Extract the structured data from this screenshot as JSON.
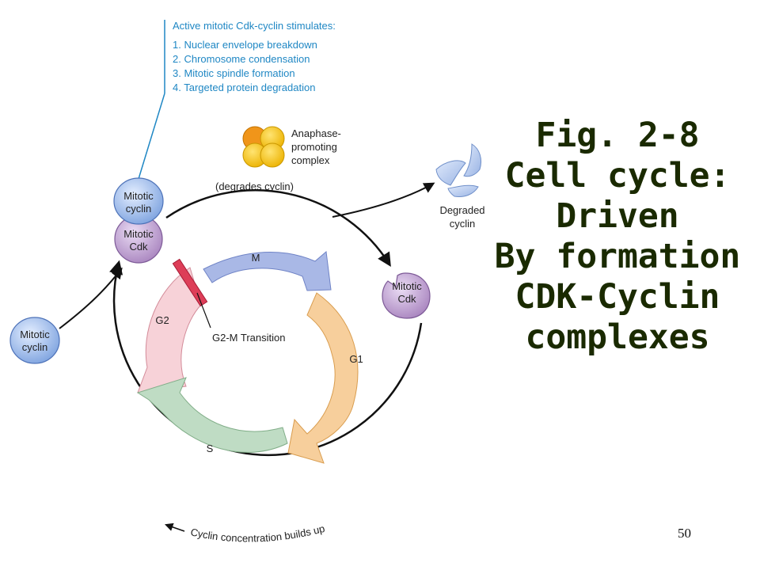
{
  "stimulates": {
    "header": "Active mitotic Cdk-cyclin stimulates:",
    "items": [
      "1. Nuclear envelope breakdown",
      "2. Chromosome condensation",
      "3. Mitotic spindle formation",
      "4. Targeted protein degradation"
    ]
  },
  "apc": {
    "line1": "Anaphase-",
    "line2": "promoting",
    "line3": "complex"
  },
  "degrades_label": "(degrades cyclin)",
  "degraded": {
    "line1": "Degraded",
    "line2": "cyclin"
  },
  "complex_left": {
    "cyclin_line1": "Mitotic",
    "cyclin_line2": "cyclin",
    "cdk_line1": "Mitotic",
    "cdk_line2": "Cdk"
  },
  "free_cyclin": {
    "line1": "Mitotic",
    "line2": "cyclin"
  },
  "free_cdk": {
    "line1": "Mitotic",
    "line2": "Cdk"
  },
  "phases": {
    "m": "M",
    "g1": "G1",
    "s": "S",
    "g2": "G2"
  },
  "transition_label": "G2-M Transition",
  "cyclin_builds": "Cyclin concentration builds up",
  "title_lines": [
    "Fig. 2-8",
    "Cell cycle:",
    "Driven",
    "By formation",
    "CDK-Cyclin",
    "complexes"
  ],
  "page_number": "50",
  "colors": {
    "text_blue": "#1f87c4",
    "m_phase": "#a9b8e6",
    "g1_phase": "#f7cf9c",
    "s_phase": "#bfdcc4",
    "g2_phase": "#f7d2d8",
    "cyclin": "#92b4e8",
    "cdk": "#bfa0cf",
    "apc": "#f4c21d",
    "transition_bar": "#dd3e58"
  }
}
